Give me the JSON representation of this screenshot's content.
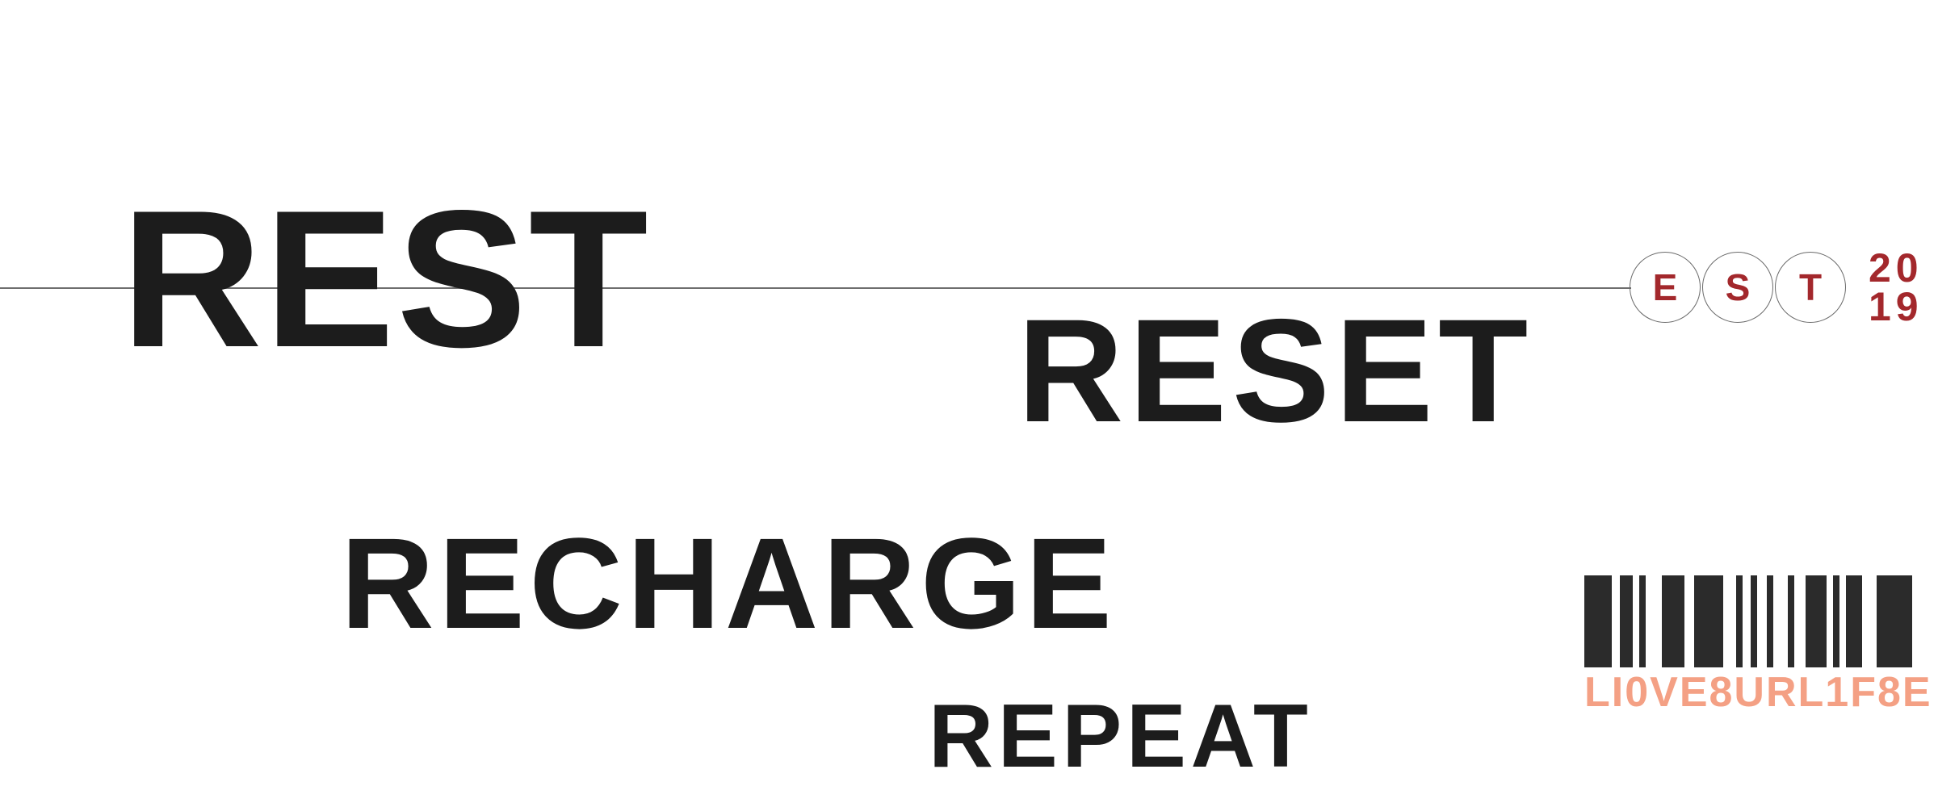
{
  "words": {
    "rest": "REST",
    "reset": "RESET",
    "recharge": "RECHARGE",
    "repeat": "REPEAT"
  },
  "badge": {
    "letters": [
      "E",
      "S",
      "T"
    ],
    "year_top": "20",
    "year_bottom": "19"
  },
  "barcode": {
    "code": "LI0VE8URL1F8E"
  },
  "colors": {
    "text": "#1c1c1c",
    "accent_red": "#a3282c",
    "accent_salmon": "#f4a084",
    "barcode_bars": "#2b2b2b",
    "rule": "#6e6e6e"
  }
}
